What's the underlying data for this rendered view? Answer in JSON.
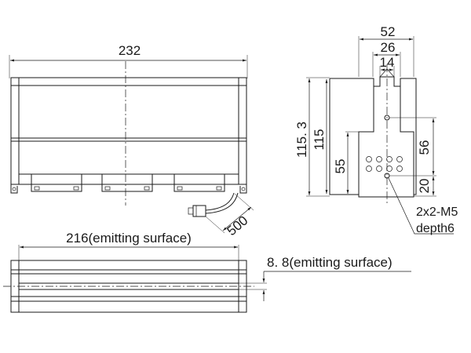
{
  "dimensions": {
    "front_width": "232",
    "back_width": "52",
    "back_mid": "26",
    "back_inner": "14",
    "total_height": "115. 3",
    "body_height": "115",
    "lower_height": "55",
    "hole_height": "56",
    "hole_offset": "20",
    "cable_length": "500",
    "emit_length": "216(emitting surface)",
    "emit_width": "8. 8(emitting surface)",
    "screw_spec": "2x2-M5",
    "screw_depth": "depth6"
  }
}
